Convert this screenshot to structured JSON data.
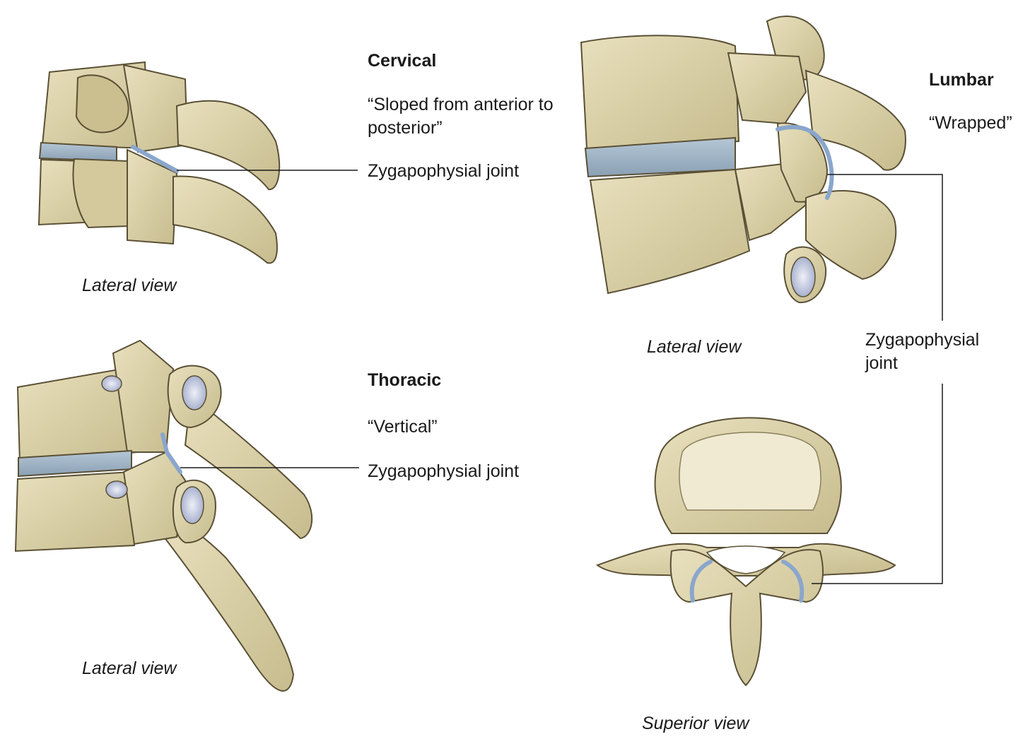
{
  "cervical": {
    "heading": "Cervical",
    "description": "“Sloped from anterior to posterior”",
    "joint_label": "Zygapophysial joint",
    "view_label": "Lateral view"
  },
  "thoracic": {
    "heading": "Thoracic",
    "description": "“Vertical”",
    "joint_label": "Zygapophysial joint",
    "view_label": "Lateral view"
  },
  "lumbar": {
    "heading": "Lumbar",
    "description": "“Wrapped”",
    "joint_label": "Zygapophysial joint",
    "lateral_view_label": "Lateral view",
    "superior_view_label": "Superior view"
  },
  "colors": {
    "bone": "#d9d0a8",
    "bone_outline": "#5a5035",
    "disc": "#9fb4c6",
    "joint": "#8aa6cc",
    "leader_line": "#1a1a1a"
  }
}
